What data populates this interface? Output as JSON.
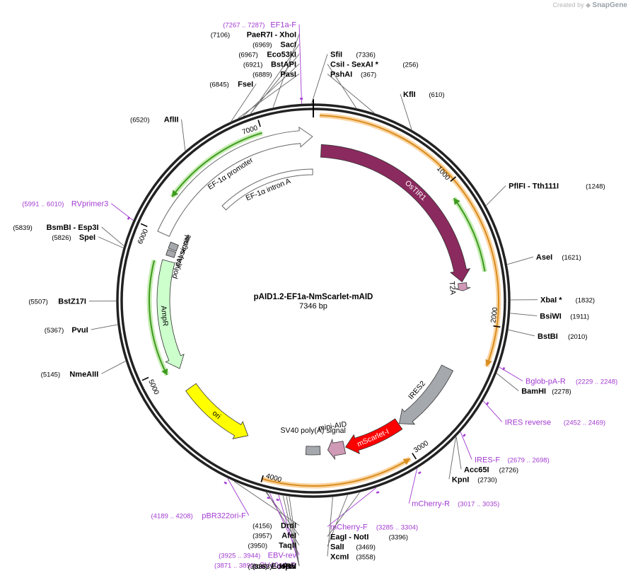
{
  "credit": {
    "created_by": "Created by",
    "brand": "SnapGene"
  },
  "plasmid": {
    "name": "pAID1.2-EF1a-NmScarlet-mAID",
    "size": "7346 bp",
    "length": 7346
  },
  "ticks": [
    {
      "pos": 1000,
      "label": "1000"
    },
    {
      "pos": 2000,
      "label": "2000"
    },
    {
      "pos": 3000,
      "label": "3000"
    },
    {
      "pos": 4000,
      "label": "4000"
    },
    {
      "pos": 5000,
      "label": "5000"
    },
    {
      "pos": 6000,
      "label": "6000"
    },
    {
      "pos": 7000,
      "label": "7000"
    }
  ],
  "features": [
    {
      "id": "ostir1",
      "label": "OsTIR1",
      "start": 60,
      "end": 1690,
      "r": 212,
      "w": 18,
      "color": "#8b2a5e",
      "text_color": "white",
      "dir": 1
    },
    {
      "id": "t2a",
      "label": "T2A",
      "start": 1700,
      "end": 1760,
      "r": 212,
      "w": 12,
      "color": "#cf9ab6",
      "text_color": "black",
      "dir": 1
    },
    {
      "id": "ires2",
      "label": "IRES2",
      "start": 2380,
      "end": 2960,
      "r": 212,
      "w": 18,
      "color": "#a5a9ae",
      "text_color": "black",
      "dir": 1
    },
    {
      "id": "mscarlet",
      "label": "mScarlet-I",
      "start": 2965,
      "end": 3420,
      "r": 212,
      "w": 18,
      "color": "#ff0000",
      "text_color": "white",
      "dir": 1
    },
    {
      "id": "miniaid",
      "label": "mini-AID",
      "start": 3430,
      "end": 3560,
      "r": 212,
      "w": 18,
      "color": "#cf9ab6",
      "text_color": "black",
      "dir": 1
    },
    {
      "id": "sv40pa",
      "label": "SV40 poly(A) signal",
      "start": 3620,
      "end": 3730,
      "r": 212,
      "w": 12,
      "color": "#a5a9ae",
      "text_color": "black",
      "dir": 0
    },
    {
      "id": "ori",
      "label": "ori",
      "start": 4200,
      "end": 4790,
      "r": 212,
      "w": 18,
      "color": "#ffff00",
      "text_color": "black",
      "dir": -1
    },
    {
      "id": "ampr",
      "label": "AmpR",
      "start": 4960,
      "end": 5820,
      "r": 212,
      "w": 18,
      "color": "#ccffcc",
      "text_color": "black",
      "dir": -1
    },
    {
      "id": "polya",
      "label": "poly(A) signal",
      "start": 5860,
      "end": 5905,
      "r": 212,
      "w": 12,
      "color": "#a5a9ae",
      "text_color": "black",
      "dir": 0
    },
    {
      "id": "pause",
      "label": "pause site",
      "start": 5915,
      "end": 5965,
      "r": 212,
      "w": 12,
      "color": "#a5a9ae",
      "text_color": "black",
      "dir": 0
    },
    {
      "id": "ef1a-prom",
      "label": "EF-1α promoter",
      "start": 6000,
      "end": 7340,
      "r": 232,
      "w": 18,
      "color": "#ffffff",
      "text_color": "black",
      "dir": 1
    },
    {
      "id": "ef1a-intron",
      "label": "EF-1α intron A",
      "start": 6450,
      "end": 7340,
      "r": 182,
      "w": 8,
      "color": "#ffffff",
      "text_color": "black",
      "dir": 0
    }
  ],
  "orfs": [
    {
      "start": 40,
      "end": 2260,
      "r": 262,
      "dir": 1
    },
    {
      "start": 3030,
      "end": 4000,
      "r": 262,
      "dir": -1
    },
    {
      "start": 6250,
      "end": 7000,
      "r": 248,
      "dir": -1
    },
    {
      "start": 1100,
      "end": 1640,
      "r": 246,
      "dir": -1
    },
    {
      "start": 4960,
      "end": 5800,
      "r": 232,
      "dir": -1
    }
  ],
  "enzymes": [
    {
      "name": "SfiI",
      "pos_text": "(7336)",
      "site": 7336,
      "side": "right"
    },
    {
      "name": "CsiI - SexAI *",
      "pos_text": "(256)",
      "site": 256,
      "side": "right"
    },
    {
      "name": "PshAI",
      "pos_text": "(367)",
      "site": 367,
      "side": "right"
    },
    {
      "name": "KflI",
      "pos_text": "(610)",
      "site": 610,
      "side": "right"
    },
    {
      "name": "PflFI - Tth111I",
      "pos_text": "(1248)",
      "site": 1248,
      "side": "right"
    },
    {
      "name": "AseI",
      "pos_text": "(1621)",
      "site": 1621,
      "side": "right"
    },
    {
      "name": "XbaI *",
      "pos_text": "(1832)",
      "site": 1832,
      "side": "right"
    },
    {
      "name": "BsiWI",
      "pos_text": "(1911)",
      "site": 1911,
      "side": "right"
    },
    {
      "name": "BstBI",
      "pos_text": "(2010)",
      "site": 2010,
      "side": "right"
    },
    {
      "name": "BamHI",
      "pos_text": "(2278)",
      "site": 2278,
      "side": "right"
    },
    {
      "name": "Acc65I",
      "pos_text": "(2726)",
      "site": 2726,
      "side": "right"
    },
    {
      "name": "KpnI",
      "pos_text": "(2730)",
      "site": 2730,
      "side": "right"
    },
    {
      "name": "EagI - NotI",
      "pos_text": "(3396)",
      "site": 3396,
      "side": "right"
    },
    {
      "name": "SalI",
      "pos_text": "(3469)",
      "site": 3469,
      "side": "right"
    },
    {
      "name": "XcmI",
      "pos_text": "(3558)",
      "site": 3558,
      "side": "right"
    },
    {
      "name": "EcoRV",
      "pos_text": "(3816)",
      "site": 3816,
      "side": "left"
    },
    {
      "name": "HpaI",
      "pos_text": "(3833)",
      "site": 3833,
      "side": "left"
    },
    {
      "name": "PsiI",
      "pos_text": "(3853)",
      "site": 3853,
      "side": "left"
    },
    {
      "name": "TaqII",
      "pos_text": "(3950)",
      "site": 3950,
      "side": "left"
    },
    {
      "name": "AfeI",
      "pos_text": "(3957)",
      "site": 3957,
      "side": "left"
    },
    {
      "name": "DrdI",
      "pos_text": "(4156)",
      "site": 4156,
      "side": "left"
    },
    {
      "name": "NmeAIII",
      "pos_text": "(5145)",
      "site": 5145,
      "side": "left"
    },
    {
      "name": "PvuI",
      "pos_text": "(5367)",
      "site": 5367,
      "side": "left"
    },
    {
      "name": "BstZ17I",
      "pos_text": "(5507)",
      "site": 5507,
      "side": "left"
    },
    {
      "name": "SpeI",
      "pos_text": "(5826)",
      "site": 5826,
      "side": "left"
    },
    {
      "name": "BsmBI - Esp3I",
      "pos_text": "(5839)",
      "site": 5839,
      "side": "left"
    },
    {
      "name": "AflII",
      "pos_text": "(6520)",
      "site": 6520,
      "side": "left"
    },
    {
      "name": "FseI",
      "pos_text": "(6845)",
      "site": 6845,
      "side": "left"
    },
    {
      "name": "PasI",
      "pos_text": "(6889)",
      "site": 6889,
      "side": "left"
    },
    {
      "name": "BstAPI",
      "pos_text": "(6921)",
      "site": 6921,
      "side": "left"
    },
    {
      "name": "Eco53kI",
      "pos_text": "(6967)",
      "site": 6967,
      "side": "left"
    },
    {
      "name": "SacI",
      "pos_text": "(6969)",
      "site": 6969,
      "side": "left"
    },
    {
      "name": "PaeR7I - XhoI",
      "pos_text": "(7106)",
      "site": 7106,
      "side": "left"
    }
  ],
  "primers": [
    {
      "name": "EF1a-F",
      "pos_text": "(7267 .. 7287)",
      "site": 7277,
      "side": "left"
    },
    {
      "name": "Bglob-pA-R",
      "pos_text": "(2229 .. 2248)",
      "site": 2238,
      "side": "right"
    },
    {
      "name": "IRES reverse",
      "pos_text": "(2452 .. 2469)",
      "site": 2460,
      "side": "right"
    },
    {
      "name": "IRES-F",
      "pos_text": "(2679 .. 2698)",
      "site": 2688,
      "side": "right"
    },
    {
      "name": "mCherry-R",
      "pos_text": "(3017 .. 3035)",
      "site": 3026,
      "side": "right"
    },
    {
      "name": "mCherry-F",
      "pos_text": "(3285 .. 3304)",
      "site": 3294,
      "side": "right"
    },
    {
      "name": "SV40pA-R",
      "pos_text": "(3871 .. 3890)",
      "site": 3880,
      "side": "left"
    },
    {
      "name": "EBV-rev",
      "pos_text": "(3925 .. 3944)",
      "site": 3934,
      "side": "left"
    },
    {
      "name": "pBR322ori-F",
      "pos_text": "(4189 .. 4208)",
      "site": 4198,
      "side": "left"
    },
    {
      "name": "RVprimer3",
      "pos_text": "(5991 .. 6010)",
      "site": 6000,
      "side": "left"
    }
  ]
}
